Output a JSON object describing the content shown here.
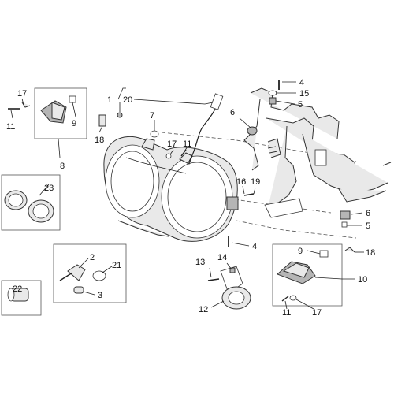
{
  "labels": {
    "l1": "1",
    "l20": "20",
    "l17a": "17",
    "l11a": "11",
    "l9a": "9",
    "l18a": "18",
    "l8": "8",
    "l7": "7",
    "l17b": "17",
    "l11b": "11",
    "l6a": "6",
    "l4a": "4",
    "l15": "15",
    "l5a": "5",
    "l16": "16",
    "l19": "19",
    "l6b": "6",
    "l5b": "5",
    "l4b": "4",
    "l23": "23",
    "l2": "2",
    "l21": "21",
    "l3": "3",
    "l22": "22",
    "l13": "13",
    "l14": "14",
    "l12": "12",
    "l9b": "9",
    "l18b": "18",
    "l10": "10",
    "l11c": "11",
    "l17c": "17"
  }
}
